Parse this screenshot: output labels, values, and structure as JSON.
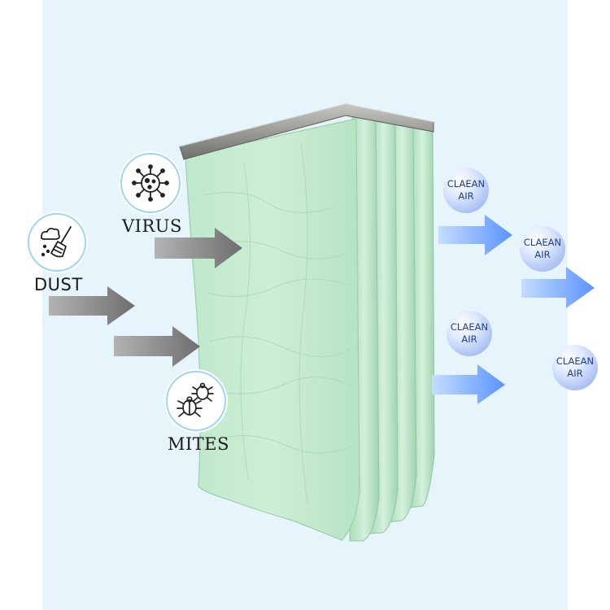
{
  "labels": {
    "virus": "VIRUS",
    "dust": "DUST",
    "mites": "MITES"
  },
  "clean_air": [
    {
      "line1": "CLAEAN",
      "line2": "AIR"
    },
    {
      "line1": "CLAEAN",
      "line2": "AIR"
    },
    {
      "line1": "CLAEAN",
      "line2": "AIR"
    },
    {
      "line1": "CLAEAN",
      "line2": "AIR"
    }
  ],
  "icons": {
    "virus": "virus-icon",
    "dust": "dust-broom-icon",
    "mites": "mites-icon"
  },
  "colors": {
    "background_panel": "#e6f5fc",
    "filter_media": "#c8ecd3",
    "filter_frame": "#8f8f8b",
    "dirty_arrow": "#7c7c7c",
    "clean_arrow": "#6fa2ff",
    "clean_bubble": "#a9c0f2",
    "badge_border": "#9fd6ee"
  }
}
